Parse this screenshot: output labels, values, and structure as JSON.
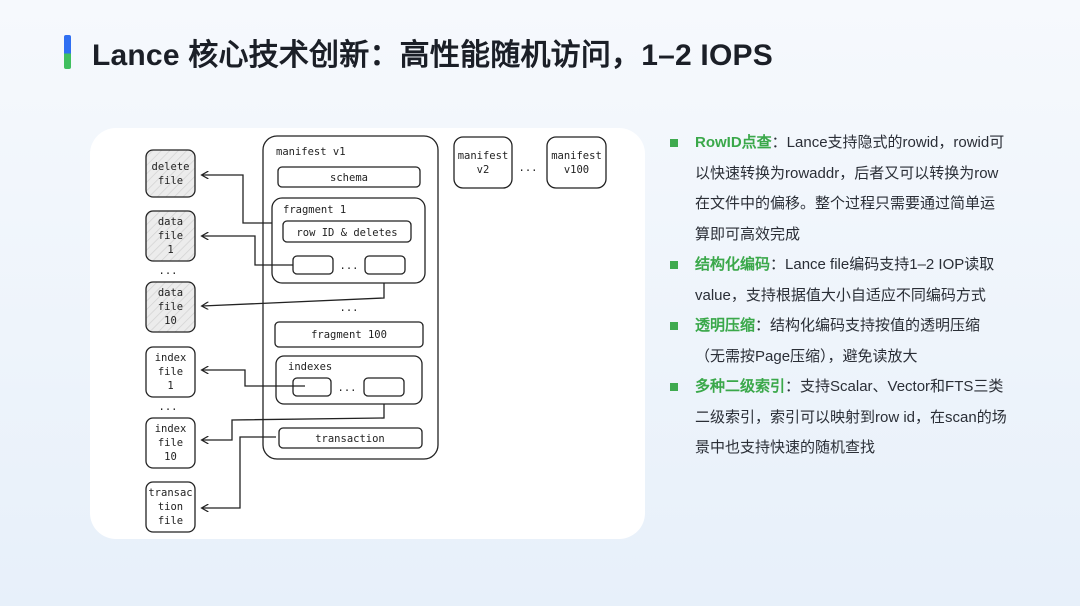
{
  "title": "Lance 核心技术创新：高性能随机访问，1–2 IOPS",
  "colors": {
    "accent_blue": "#2f6ff2",
    "accent_green": "#3fbf5f",
    "bullet_green": "#3aa84a",
    "file_fill": "#e9e9e9"
  },
  "diagram": {
    "files": {
      "delete": [
        "delete",
        "file"
      ],
      "data1": [
        "data",
        "file",
        "1"
      ],
      "data10": [
        "data",
        "file",
        "10"
      ],
      "index1": [
        "index",
        "file",
        "1"
      ],
      "index10": [
        "index",
        "file",
        "10"
      ],
      "transaction": [
        "transac",
        "tion",
        "file"
      ]
    },
    "ellipsis": "...",
    "manifest_v1": {
      "label": "manifest v1",
      "schema": "schema",
      "fragment1": "fragment 1",
      "row_id_deletes": "row ID & deletes",
      "fragment100": "fragment 100",
      "indexes": "indexes",
      "transaction": "transaction"
    },
    "manifest_v2": [
      "manifest",
      "v2"
    ],
    "manifest_v100": [
      "manifest",
      "v100"
    ]
  },
  "bullets": [
    {
      "head": "RowID点查",
      "text": "：Lance支持隐式的rowid，rowid可以快速转换为rowaddr，后者又可以转换为row在文件中的偏移。整个过程只需要通过简单运算即可高效完成"
    },
    {
      "head": "结构化编码",
      "text": "：Lance file编码支持1–2 IOP读取value，支持根据值大小自适应不同编码方式"
    },
    {
      "head": "透明压缩",
      "text": "：结构化编码支持按值的透明压缩（无需按Page压缩），避免读放大"
    },
    {
      "head": "多种二级索引",
      "text": "：支持Scalar、Vector和FTS三类二级索引，索引可以映射到row id，在scan的场景中也支持快速的随机查找"
    }
  ]
}
